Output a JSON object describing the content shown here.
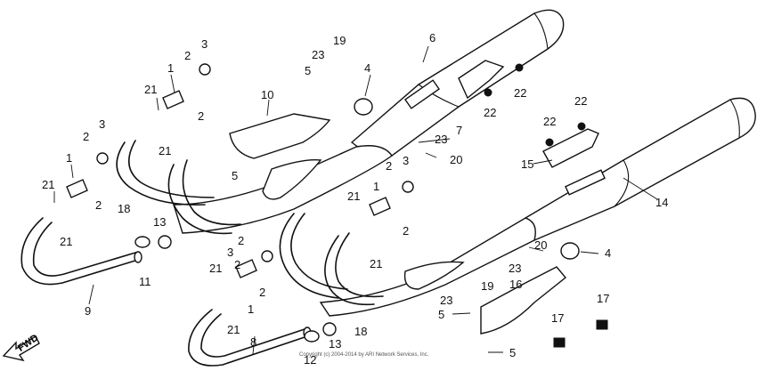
{
  "diagram": {
    "direction_label": "FWD",
    "copyright": "Copyright (c) 2004-2014 by ARI Network Services, Inc.",
    "callouts": [
      {
        "id": "c-3a",
        "text": "3"
      },
      {
        "id": "c-2a",
        "text": "2"
      },
      {
        "id": "c-1a",
        "text": "1"
      },
      {
        "id": "c-21a",
        "text": "21"
      },
      {
        "id": "c-2b",
        "text": "2"
      },
      {
        "id": "c-21b",
        "text": "21"
      },
      {
        "id": "c-10",
        "text": "10"
      },
      {
        "id": "c-23a",
        "text": "23"
      },
      {
        "id": "c-19a",
        "text": "19"
      },
      {
        "id": "c-5a",
        "text": "5"
      },
      {
        "id": "c-4a",
        "text": "4"
      },
      {
        "id": "c-6",
        "text": "6"
      },
      {
        "id": "c-22a",
        "text": "22"
      },
      {
        "id": "c-22b",
        "text": "22"
      },
      {
        "id": "c-7",
        "text": "7"
      },
      {
        "id": "c-23b",
        "text": "23"
      },
      {
        "id": "c-20a",
        "text": "20"
      },
      {
        "id": "c-22c",
        "text": "22"
      },
      {
        "id": "c-22d",
        "text": "22"
      },
      {
        "id": "c-15",
        "text": "15"
      },
      {
        "id": "c-14",
        "text": "14"
      },
      {
        "id": "c-3b",
        "text": "3"
      },
      {
        "id": "c-2c",
        "text": "2"
      },
      {
        "id": "c-1b",
        "text": "1"
      },
      {
        "id": "c-21c",
        "text": "21"
      },
      {
        "id": "c-2d",
        "text": "2"
      },
      {
        "id": "c-21d",
        "text": "21"
      },
      {
        "id": "c-5b",
        "text": "5"
      },
      {
        "id": "c-18a",
        "text": "18"
      },
      {
        "id": "c-13a",
        "text": "13"
      },
      {
        "id": "c-11",
        "text": "11"
      },
      {
        "id": "c-9",
        "text": "9"
      },
      {
        "id": "c-2e",
        "text": "2"
      },
      {
        "id": "c-3c",
        "text": "3"
      },
      {
        "id": "c-2f",
        "text": "2"
      },
      {
        "id": "c-21e",
        "text": "21"
      },
      {
        "id": "c-1c",
        "text": "1"
      },
      {
        "id": "c-2g",
        "text": "2"
      },
      {
        "id": "c-21f",
        "text": "21"
      },
      {
        "id": "c-8",
        "text": "8"
      },
      {
        "id": "c-13b",
        "text": "13"
      },
      {
        "id": "c-18b",
        "text": "18"
      },
      {
        "id": "c-12",
        "text": "12"
      },
      {
        "id": "c-3d",
        "text": "3"
      },
      {
        "id": "c-2h",
        "text": "2"
      },
      {
        "id": "c-1d",
        "text": "1"
      },
      {
        "id": "c-21g",
        "text": "21"
      },
      {
        "id": "c-2i",
        "text": "2"
      },
      {
        "id": "c-21h",
        "text": "21"
      },
      {
        "id": "c-20b",
        "text": "20"
      },
      {
        "id": "c-4b",
        "text": "4"
      },
      {
        "id": "c-23c",
        "text": "23"
      },
      {
        "id": "c-16",
        "text": "16"
      },
      {
        "id": "c-19b",
        "text": "19"
      },
      {
        "id": "c-23d",
        "text": "23"
      },
      {
        "id": "c-5c",
        "text": "5"
      },
      {
        "id": "c-17a",
        "text": "17"
      },
      {
        "id": "c-17b",
        "text": "17"
      },
      {
        "id": "c-5d",
        "text": "5"
      }
    ]
  }
}
